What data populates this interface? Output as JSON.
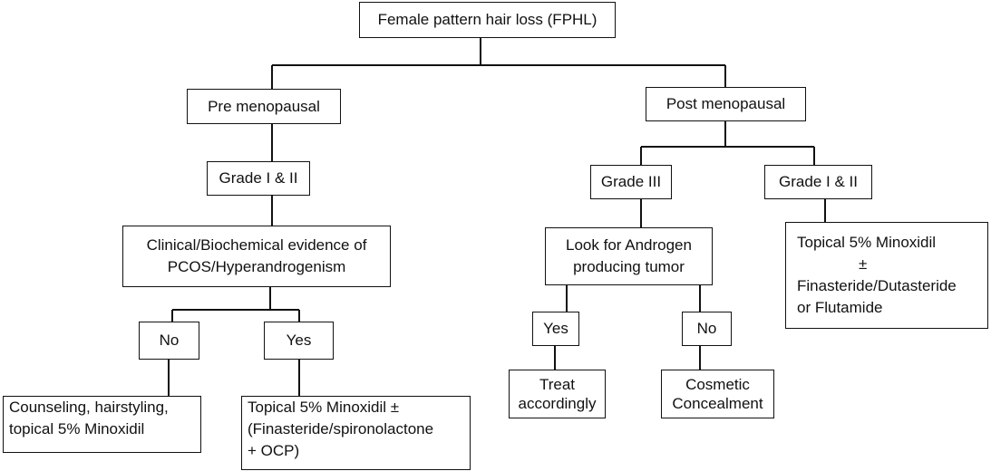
{
  "root": {
    "label": "Female pattern hair loss (FPHL)"
  },
  "pre_menopausal": {
    "label": "Pre menopausal",
    "grade": "Grade I & II",
    "evidence": [
      "Clinical/Biochemical evidence of",
      "PCOS/Hyperandrogenism"
    ],
    "no": {
      "label": "No",
      "treatment": [
        "Counseling, hairstyling,",
        "topical 5% Minoxidil"
      ]
    },
    "yes": {
      "label": "Yes",
      "treatment": [
        "Topical 5% Minoxidil ±",
        "(Finasteride/spironolactone",
        "+ OCP)"
      ]
    }
  },
  "post_menopausal": {
    "label": "Post menopausal",
    "grade_3": {
      "label": "Grade III",
      "check": [
        "Look for Androgen",
        "producing tumor"
      ],
      "yes": {
        "label": "Yes",
        "action": [
          "Treat",
          "accordingly"
        ]
      },
      "no": {
        "label": "No",
        "action": [
          "Cosmetic",
          "Concealment"
        ]
      }
    },
    "grade_1_2": {
      "label": "Grade I & II",
      "treatment": [
        "Topical 5% Minoxidil",
        "±",
        "Finasteride/Dutasteride",
        "or Flutamide"
      ]
    }
  }
}
